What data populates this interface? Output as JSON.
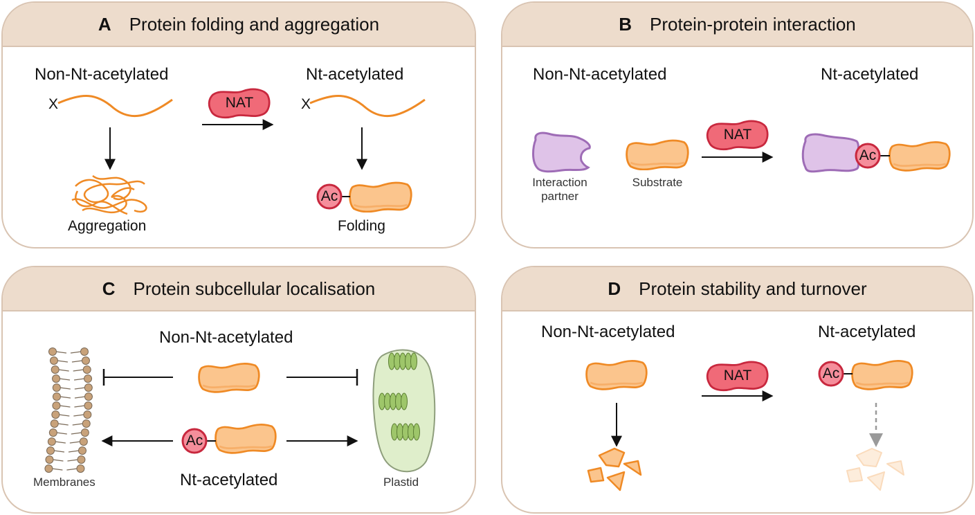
{
  "panels": {
    "a": {
      "letter": "A",
      "title": "Protein folding and aggregation",
      "left_state": "Non-Nt-acetylated",
      "right_state": "Nt-acetylated",
      "terminus": "X",
      "enzyme": "NAT",
      "acetyl": "Ac",
      "left_outcome": "Aggregation",
      "right_outcome": "Folding"
    },
    "b": {
      "letter": "B",
      "title": "Protein-protein interaction",
      "left_state": "Non-Nt-acetylated",
      "right_state": "Nt-acetylated",
      "partner_line1": "Interaction",
      "partner_line2": "partner",
      "substrate": "Substrate",
      "enzyme": "NAT",
      "acetyl": "Ac"
    },
    "c": {
      "letter": "C",
      "title": "Protein subcellular localisation",
      "top_state": "Non-Nt-acetylated",
      "bottom_state": "Nt-acetylated",
      "acetyl": "Ac",
      "left_target": "Membranes",
      "right_target": "Plastid"
    },
    "d": {
      "letter": "D",
      "title": "Protein stability and turnover",
      "left_state": "Non-Nt-acetylated",
      "right_state": "Nt-acetylated",
      "enzyme": "NAT",
      "acetyl": "Ac"
    }
  },
  "colors": {
    "header_bg": "#eddccc",
    "border": "#d9c4b2",
    "protein_fill": "#fbc58d",
    "protein_stroke": "#ef8a25",
    "nat_fill": "#f06a78",
    "nat_stroke": "#c8283e",
    "ac_fill": "#f58e9b",
    "partner_fill": "#dfc3e8",
    "partner_stroke": "#9e6cb6",
    "plastid_fill": "#dfeecb",
    "thylakoid_fill": "#9ec66a",
    "lipid_fill": "#c8a27a"
  }
}
